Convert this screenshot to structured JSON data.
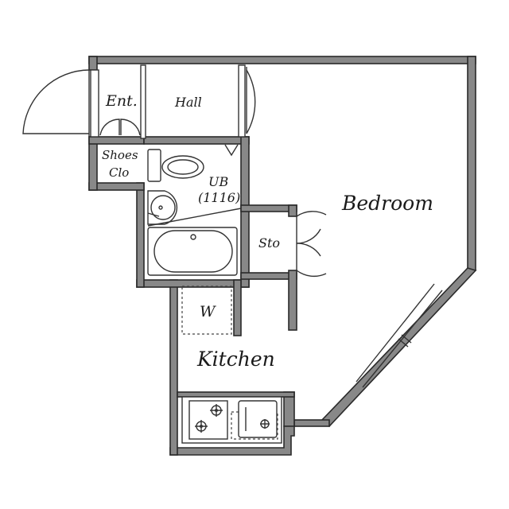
{
  "rooms": {
    "entrance": "Ent.",
    "hall": "Hall",
    "shoes_line1": "Shoes",
    "shoes_line2": "Clo",
    "unit_bath_line1": "UB",
    "unit_bath_line2": "(1116)",
    "bedroom": "Bedroom",
    "storage": "Sto",
    "washer": "W",
    "kitchen": "Kitchen"
  },
  "colors": {
    "wall_fill": "#888888",
    "wall_outline": "#2a2a2a",
    "line": "#333333",
    "background": "#ffffff"
  },
  "icons": [
    "door-swing-icon",
    "toilet-icon",
    "washbasin-icon",
    "bathtub-icon",
    "stove-burner-icon",
    "sink-icon",
    "window-icon"
  ]
}
